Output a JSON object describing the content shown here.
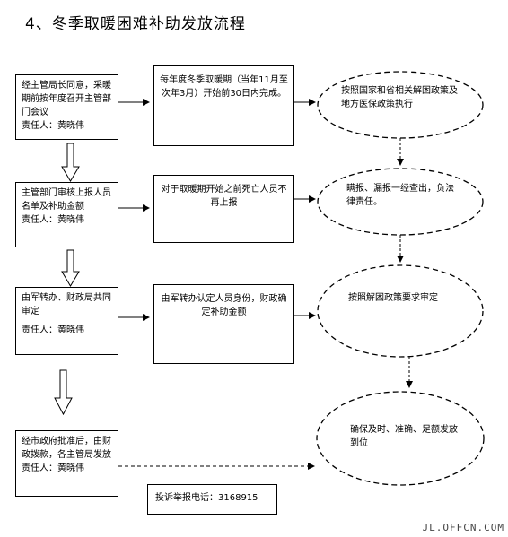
{
  "title": "4、冬季取暖困难补助发放流程",
  "left_boxes": [
    {
      "text": "经主管局长同意，采暖期前按年度召开主管部门会议",
      "responsible": "责任人：黄晓伟"
    },
    {
      "text": "主管部门审核上报人员名单及补助金额",
      "responsible": "责任人：黄晓伟"
    },
    {
      "text": "由军转办、财政局共同审定",
      "responsible": "责任人：黄晓伟"
    },
    {
      "text": "经市政府批准后，由财政拨款，各主管局发放",
      "responsible": "责任人：黄晓伟"
    }
  ],
  "middle_boxes": [
    {
      "text": "每年度冬季取暖期（当年11月至次年3月）开始前30日内完成。"
    },
    {
      "text": "对于取暖期开始之前死亡人员不再上报"
    },
    {
      "text": "由军转办认定人员身份，财政确定补助金额"
    }
  ],
  "ellipses": [
    {
      "text": "按照国家和省相关解困政策及地方医保政策执行"
    },
    {
      "text": "瞒报、漏报一经查出，负法律责任。"
    },
    {
      "text": "按照解困政策要求审定"
    },
    {
      "text": "确保及时、准确、足额发放到位"
    }
  ],
  "complaint": {
    "label": "投诉举报电话：",
    "phone": "3168915"
  },
  "watermark": "JL.OFFCN.COM"
}
